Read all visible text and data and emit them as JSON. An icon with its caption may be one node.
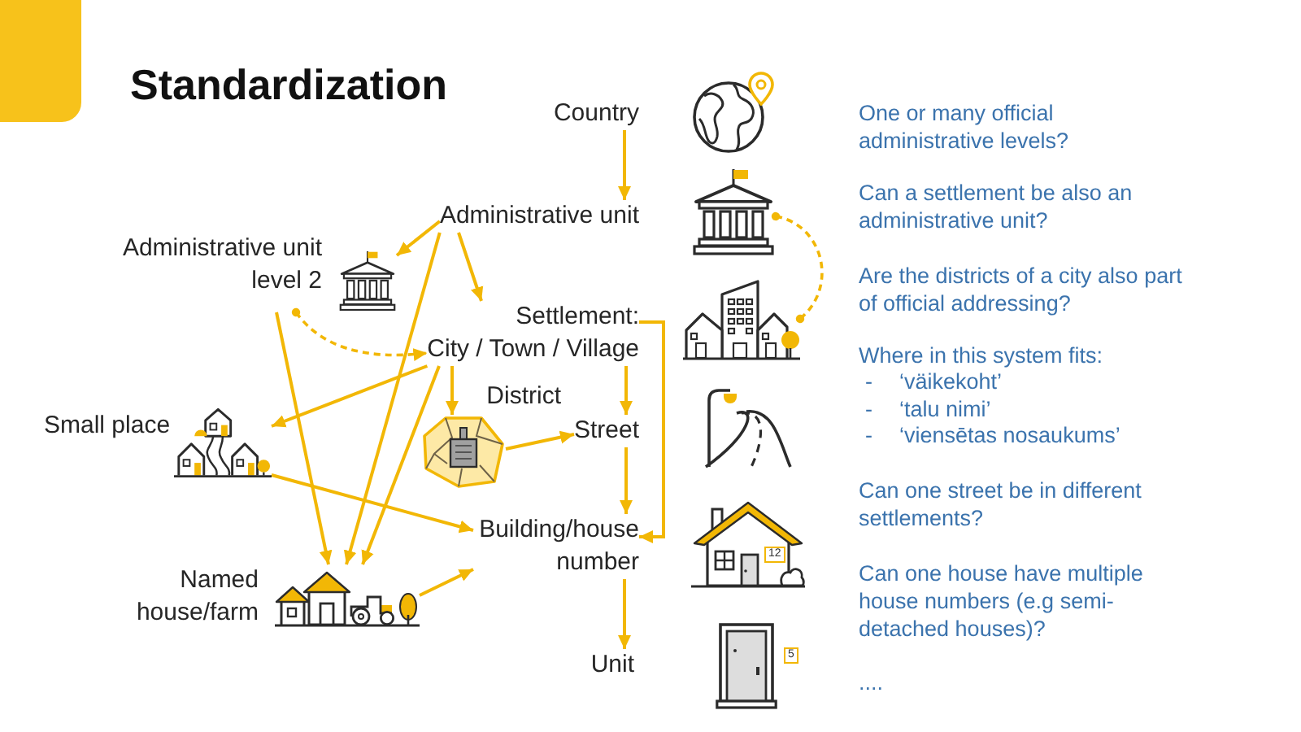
{
  "diagram": {
    "title": "Standardization",
    "nodes": [
      {
        "text": [
          "Country"
        ]
      },
      {
        "text": [],
        "shape": "picture"
      },
      {
        "text": [
          "Administrative unit"
        ]
      },
      {
        "text": [],
        "shape": "picture"
      },
      {
        "text": [
          "Administrative unit level 2"
        ]
      },
      {
        "text": [
          "Settlement:",
          "City / Town / Village"
        ]
      },
      {
        "text": [],
        "shape": "picture"
      },
      {
        "text": [],
        "shape": "picture",
        "beside": [
          "District"
        ]
      },
      {
        "text": [
          "Small place"
        ]
      },
      {
        "text": [
          "Street"
        ]
      },
      {
        "text": [],
        "shape": "picture"
      },
      {
        "text": [
          "Building/house number"
        ]
      },
      {
        "text": [],
        "shape": "picture"
      },
      {
        "text": [
          "Named house/farm"
        ]
      },
      {
        "text": [
          "Unit"
        ]
      },
      {
        "text": [],
        "shape": "picture"
      }
    ],
    "edges": [
      {
        "from": 0,
        "to": 2,
        "arrow": "to"
      },
      {
        "from": 2,
        "to": 4,
        "arrow": "to"
      },
      {
        "from": 2,
        "to": 5,
        "arrow": "to"
      },
      {
        "from": 2,
        "to": 13,
        "arrow": "to"
      },
      {
        "from": 3,
        "to": 6,
        "arrow": "other",
        "style": "dashed"
      },
      {
        "from": 4,
        "to": 5,
        "arrow": "to",
        "style": "dashed"
      },
      {
        "from": 4,
        "to": 13,
        "arrow": "to"
      },
      {
        "from": 5,
        "to": 8,
        "arrow": "to"
      },
      {
        "from": 5,
        "to": 13,
        "arrow": "to"
      },
      {
        "from": 5,
        "to": 7,
        "arrow": "to"
      },
      {
        "from": 5,
        "to": 9,
        "arrow": "to"
      },
      {
        "from": 5,
        "to": 11,
        "arrow": "to"
      },
      {
        "from": 7,
        "to": 9,
        "arrow": "to"
      },
      {
        "from": 9,
        "to": 11,
        "arrow": "to"
      },
      {
        "from": 8,
        "to": 11,
        "arrow": "to"
      },
      {
        "from": 13,
        "to": 11,
        "arrow": "to"
      },
      {
        "from": 11,
        "to": 14,
        "arrow": "to"
      }
    ],
    "labels": [
      "One or many official administrative levels?",
      "Can a settlement be also an administrative unit?",
      "Are the districts of a city also part of official addressing?",
      "Where in this system fits:",
      "-",
      "‘väikekoht’",
      "-",
      "‘talu nimi’",
      "-",
      "‘viensētas nosaukums’",
      "Can one street be in different settlements?",
      "Can one house have multiple house numbers (e.g semi-detached houses)?",
      "....",
      "12",
      "5"
    ]
  }
}
